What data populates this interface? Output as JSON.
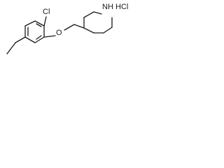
{
  "molecule": {
    "atoms": {
      "chlorine": "Cl",
      "oxygen": "O",
      "amine": "NH",
      "salt": "HCl"
    }
  }
}
